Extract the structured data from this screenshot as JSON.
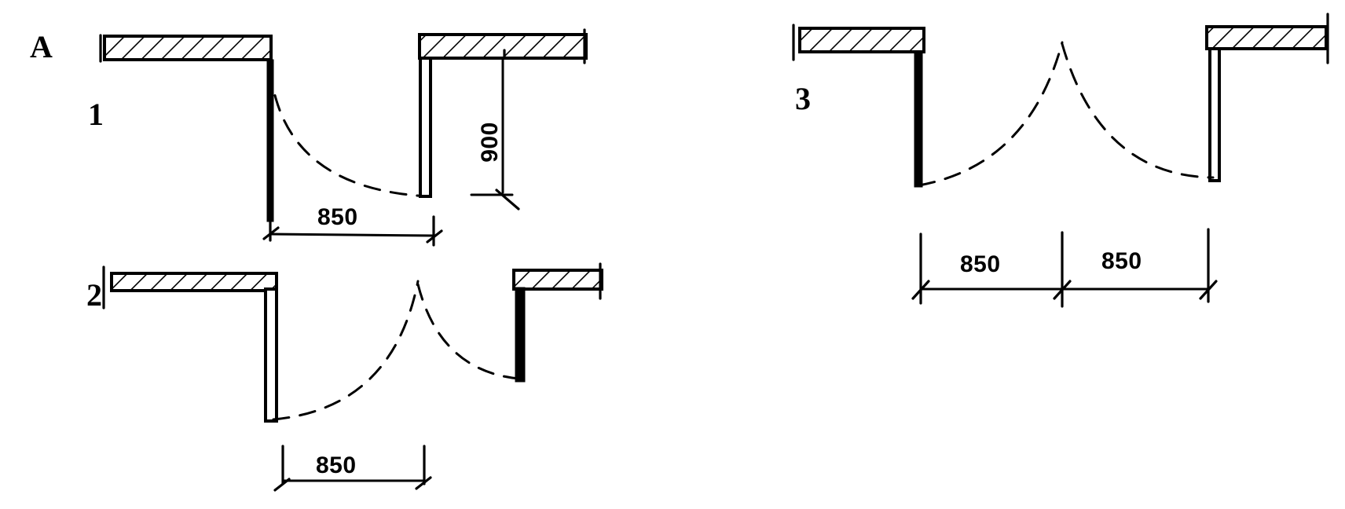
{
  "figure": {
    "panel_letter": "A",
    "variants": [
      {
        "number": "1",
        "dimensions": [
          "850",
          "900"
        ]
      },
      {
        "number": "2",
        "dimensions": [
          "850"
        ]
      },
      {
        "number": "3",
        "dimensions": [
          "850",
          "850"
        ]
      }
    ]
  }
}
